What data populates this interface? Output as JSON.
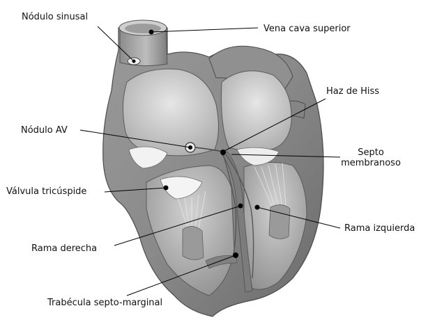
{
  "colors": {
    "background": "#ffffff",
    "tissue_dark": "#6f6f6f",
    "tissue_mid": "#a3a3a3",
    "tissue_light": "#d6d6d6",
    "cavity": "#c4c4c4",
    "leader": "#000000",
    "text": "#111111"
  },
  "labels": {
    "nodulo_sinusal": "Nódulo sinusal",
    "vena_cava_superior": "Vena cava superior",
    "haz_de_hiss": "Haz de Hiss",
    "nodulo_av": "Nódulo AV",
    "septo_line1": "Septo",
    "septo_line2": "membranoso",
    "valvula_tricuspide": "Válvula tricúspide",
    "rama_izquierda": "Rama izquierda",
    "rama_derecha": "Rama derecha",
    "trabecula": "Trabécula septo-marginal"
  }
}
